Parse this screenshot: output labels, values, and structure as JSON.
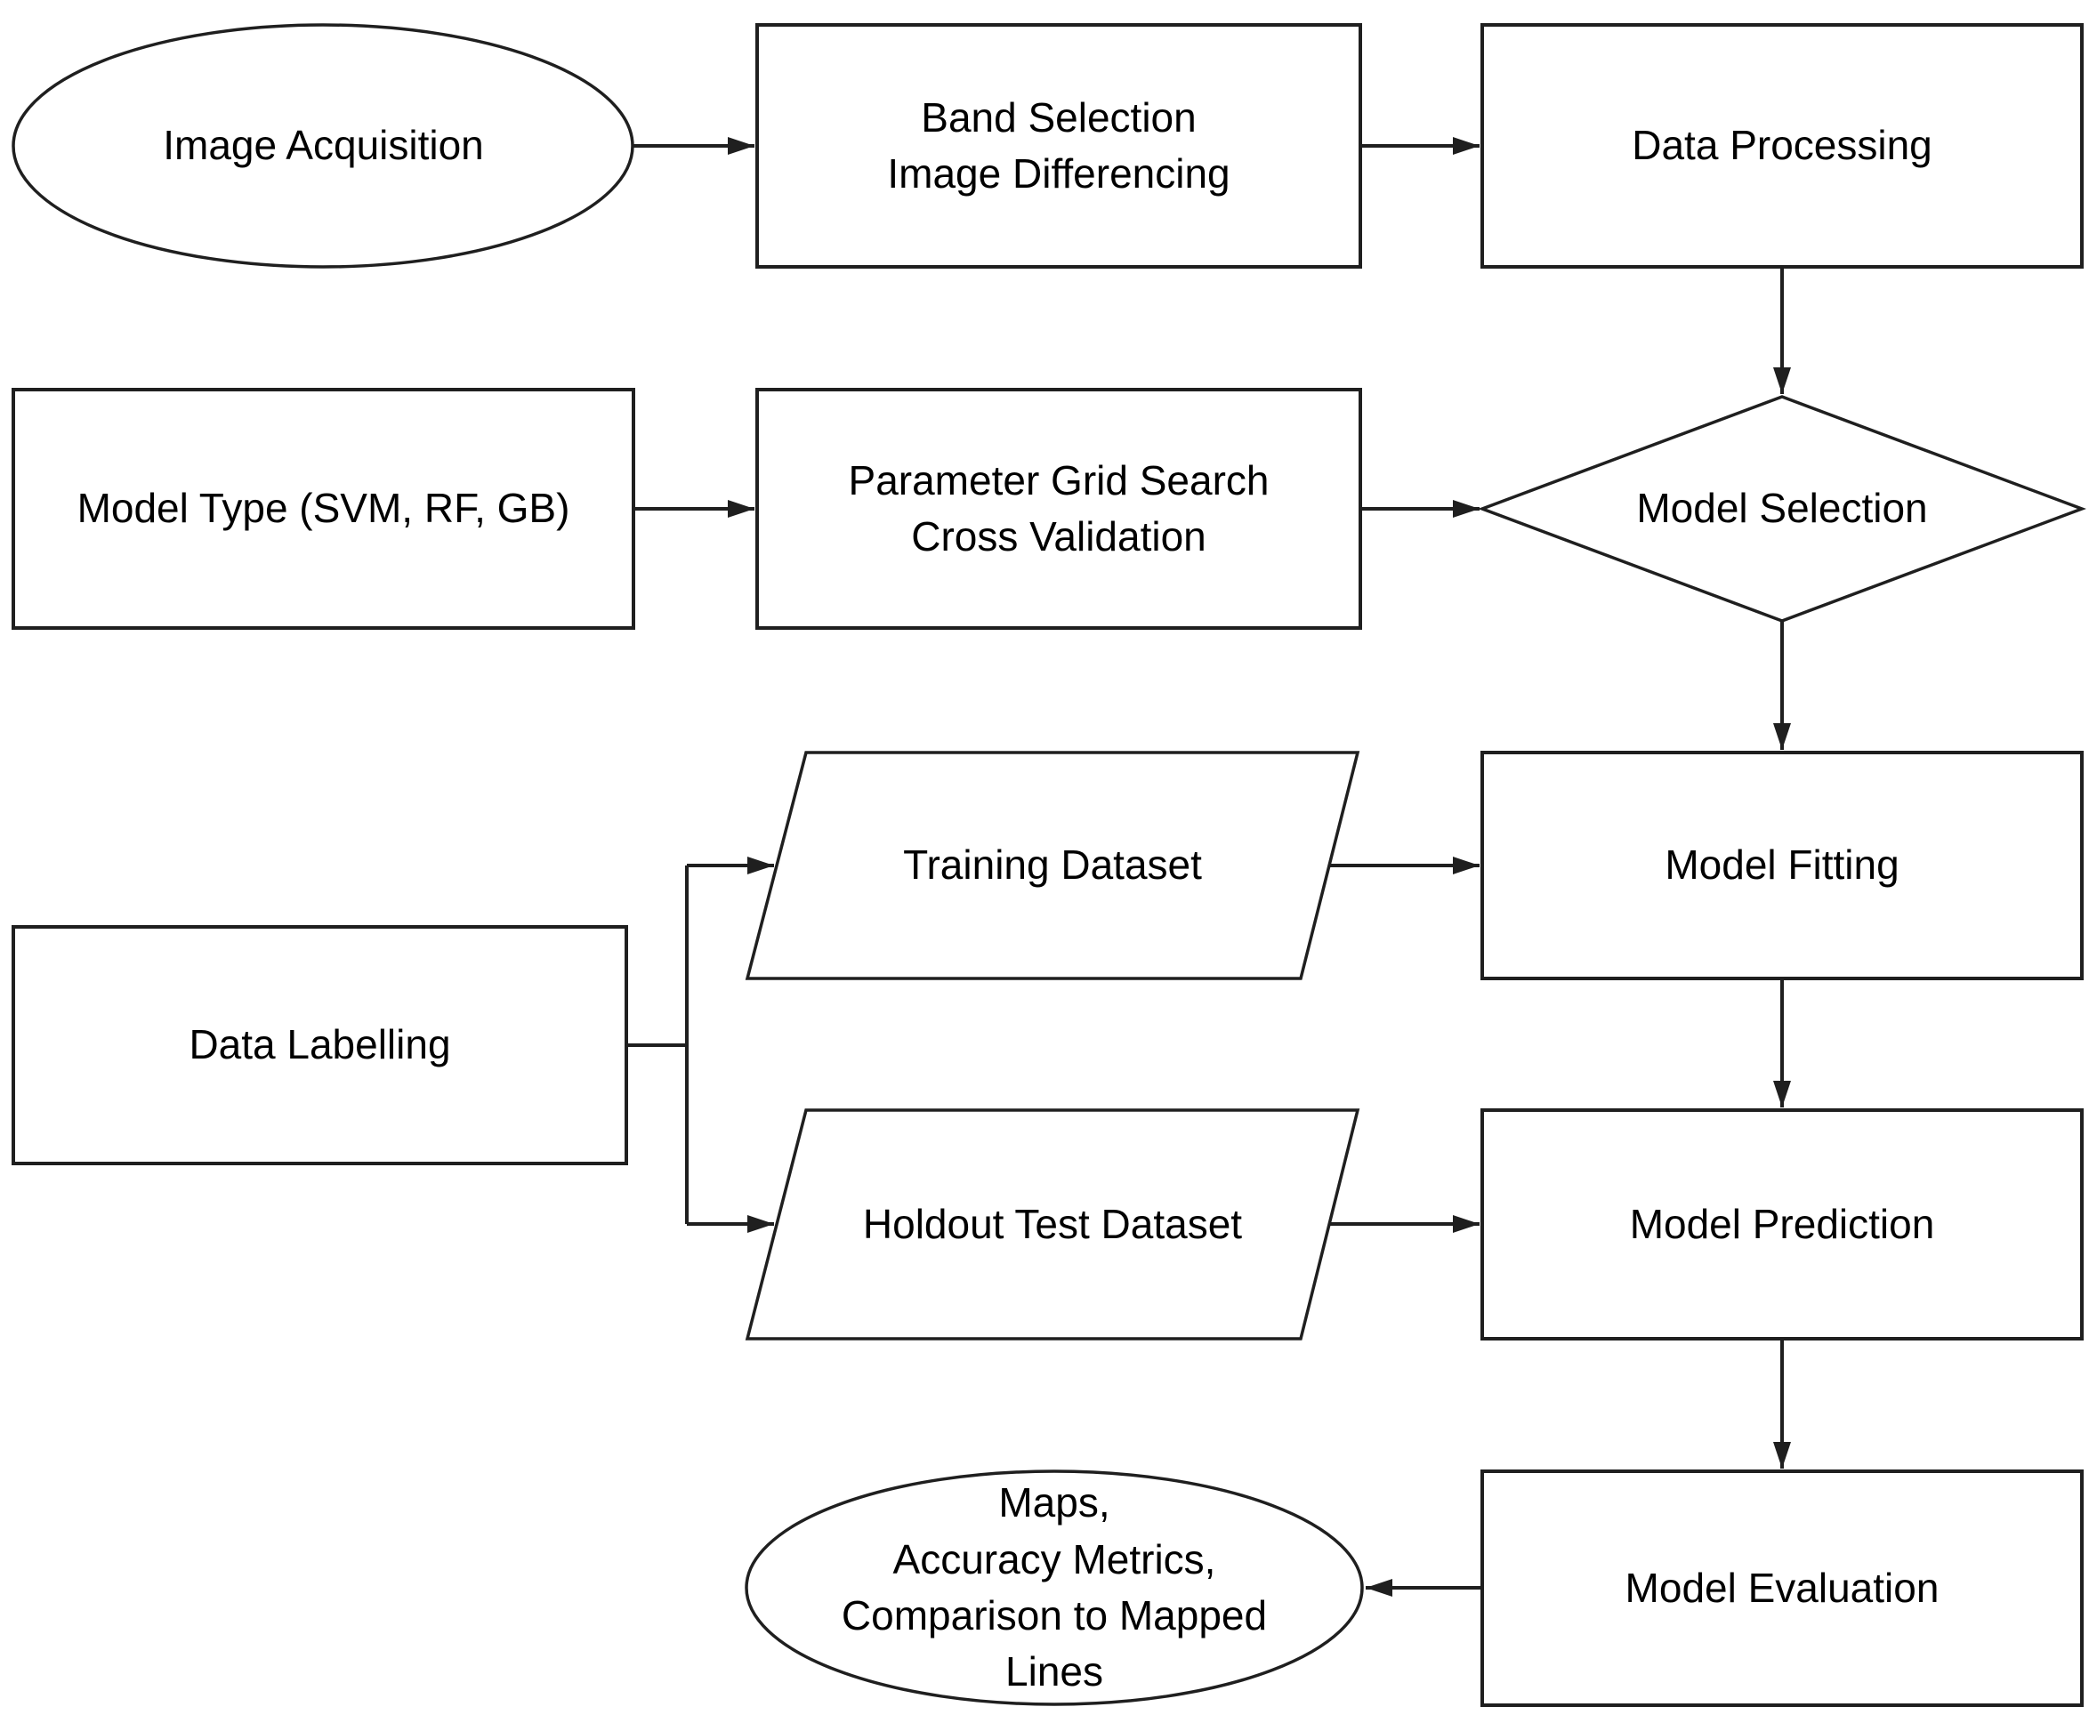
{
  "diagram": {
    "type": "flowchart",
    "colors": {
      "background": "#ffffff",
      "stroke": "#1f1f1f",
      "text": "#000000"
    },
    "nodes": {
      "image_acquisition": {
        "label": "Image Acquisition",
        "shape": "ellipse"
      },
      "band_selection": {
        "label": "Band Selection\nImage Differencing",
        "shape": "rectangle"
      },
      "data_processing": {
        "label": "Data Processing",
        "shape": "rectangle"
      },
      "model_type": {
        "label": "Model Type (SVM, RF, GB)",
        "shape": "rectangle"
      },
      "parameter_grid_search": {
        "label": "Parameter Grid Search\nCross Validation",
        "shape": "rectangle"
      },
      "model_selection": {
        "label": "Model Selection",
        "shape": "diamond"
      },
      "training_dataset": {
        "label": "Training Dataset",
        "shape": "parallelogram"
      },
      "model_fitting": {
        "label": "Model Fitting",
        "shape": "rectangle"
      },
      "data_labelling": {
        "label": "Data Labelling",
        "shape": "rectangle"
      },
      "holdout_test_dataset": {
        "label": "Holdout Test Dataset",
        "shape": "parallelogram"
      },
      "model_prediction": {
        "label": "Model Prediction",
        "shape": "rectangle"
      },
      "model_evaluation": {
        "label": "Model Evaluation",
        "shape": "rectangle"
      },
      "outputs": {
        "label": "Maps,\nAccuracy Metrics,\nComparison to Mapped\nLines",
        "shape": "ellipse"
      }
    },
    "edges": [
      {
        "from": "image_acquisition",
        "to": "band_selection"
      },
      {
        "from": "band_selection",
        "to": "data_processing"
      },
      {
        "from": "data_processing",
        "to": "model_selection"
      },
      {
        "from": "model_type",
        "to": "parameter_grid_search"
      },
      {
        "from": "parameter_grid_search",
        "to": "model_selection"
      },
      {
        "from": "model_selection",
        "to": "model_fitting"
      },
      {
        "from": "data_labelling",
        "to": "training_dataset"
      },
      {
        "from": "data_labelling",
        "to": "holdout_test_dataset"
      },
      {
        "from": "training_dataset",
        "to": "model_fitting"
      },
      {
        "from": "model_fitting",
        "to": "model_prediction"
      },
      {
        "from": "holdout_test_dataset",
        "to": "model_prediction"
      },
      {
        "from": "model_prediction",
        "to": "model_evaluation"
      },
      {
        "from": "model_evaluation",
        "to": "outputs"
      }
    ]
  }
}
